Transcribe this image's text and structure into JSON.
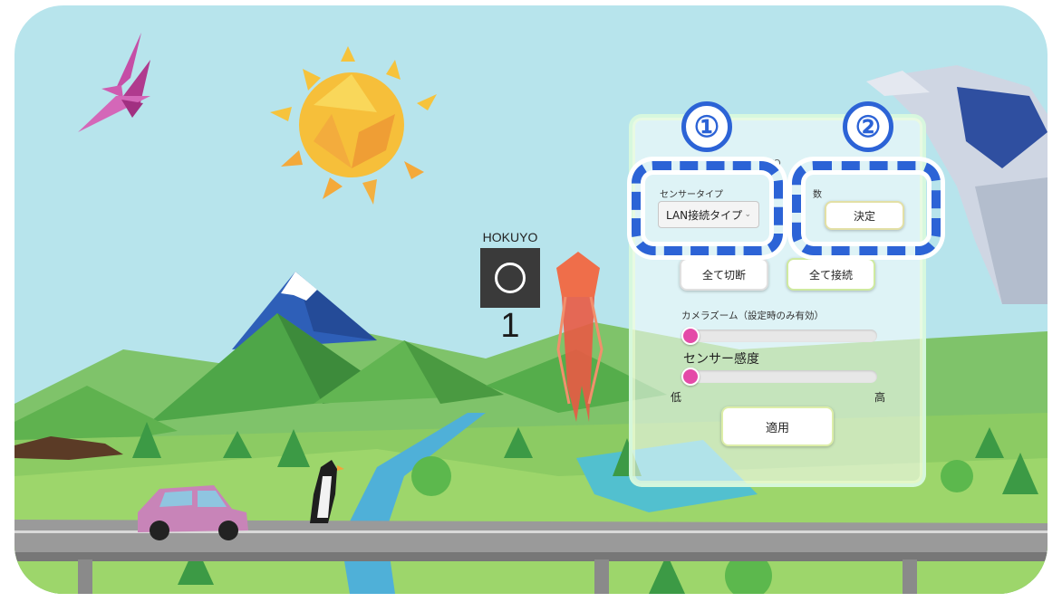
{
  "sensor": {
    "name": "HOKUYO",
    "count": "1"
  },
  "panel": {
    "title": "YO",
    "sensor_type": {
      "label": "センサータイプ",
      "value": "LAN接続タイプ"
    },
    "count_label": "数",
    "decide_label": "決定",
    "disconnect_all_label": "全て切断",
    "connect_all_label": "全て接続",
    "zoom": {
      "label": "カメラズーム（設定時のみ有効）",
      "value": 0
    },
    "sensitivity": {
      "label": "センサー感度",
      "low": "低",
      "high": "高",
      "value": 0
    },
    "apply_label": "適用"
  },
  "annotations": {
    "marker_1": "①",
    "marker_2": "②"
  },
  "colors": {
    "sky": "#b7e4ec",
    "annotation": "#2c63d6",
    "slider_knob": "#e44aa8"
  }
}
